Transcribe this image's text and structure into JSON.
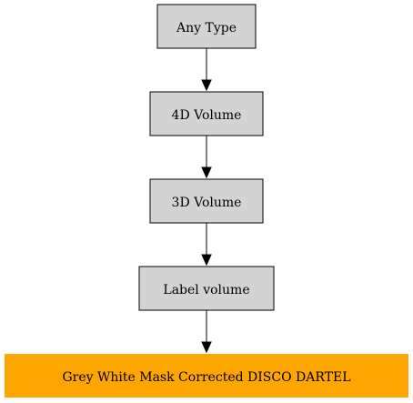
{
  "diagram": {
    "nodes": [
      {
        "id": "any-type",
        "label": "Any Type",
        "fill": "#d3d3d3",
        "stroke": true
      },
      {
        "id": "4d-volume",
        "label": "4D Volume",
        "fill": "#d3d3d3",
        "stroke": true
      },
      {
        "id": "3d-volume",
        "label": "3D Volume",
        "fill": "#d3d3d3",
        "stroke": true
      },
      {
        "id": "label-volume",
        "label": "Label volume",
        "fill": "#d3d3d3",
        "stroke": true
      },
      {
        "id": "grey-white-mask",
        "label": "Grey White Mask Corrected DISCO DARTEL",
        "fill": "#ffa500",
        "stroke": false
      }
    ],
    "edges": [
      {
        "from": "any-type",
        "to": "4d-volume"
      },
      {
        "from": "4d-volume",
        "to": "3d-volume"
      },
      {
        "from": "3d-volume",
        "to": "label-volume"
      },
      {
        "from": "label-volume",
        "to": "grey-white-mask"
      }
    ]
  }
}
